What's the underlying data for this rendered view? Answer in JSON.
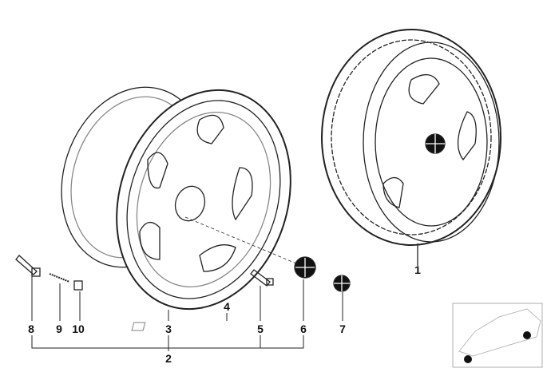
{
  "diagram": {
    "callouts": [
      {
        "id": "callout-1",
        "text": "1"
      },
      {
        "id": "callout-2",
        "text": "2"
      },
      {
        "id": "callout-3",
        "text": "3"
      },
      {
        "id": "callout-4",
        "text": "4"
      },
      {
        "id": "callout-5",
        "text": "5"
      },
      {
        "id": "callout-6",
        "text": "6"
      },
      {
        "id": "callout-7",
        "text": "7"
      },
      {
        "id": "callout-8",
        "text": "8"
      },
      {
        "id": "callout-9",
        "text": "9"
      },
      {
        "id": "callout-10",
        "text": "10"
      }
    ]
  }
}
